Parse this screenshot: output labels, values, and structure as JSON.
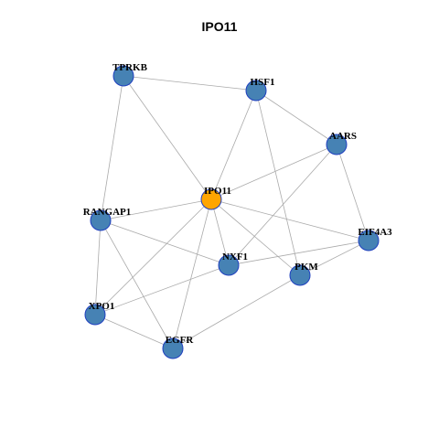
{
  "title": "IPO11",
  "colors": {
    "node_default": "#4682B4",
    "node_highlight": "#FFA500",
    "node_border": "#1f3fbf",
    "edge": "#aaaaaa"
  },
  "nodes": [
    {
      "id": "TPRKB",
      "label": "TPRKB",
      "highlight": false
    },
    {
      "id": "HSF1",
      "label": "HSF1",
      "highlight": false
    },
    {
      "id": "AARS",
      "label": "AARS",
      "highlight": false
    },
    {
      "id": "IPO11",
      "label": "IPO11",
      "highlight": true
    },
    {
      "id": "RANGAP1",
      "label": "RANGAP1",
      "highlight": false
    },
    {
      "id": "EIF4A3",
      "label": "EIF4A3",
      "highlight": false
    },
    {
      "id": "NXF1",
      "label": "NXF1",
      "highlight": false
    },
    {
      "id": "PKM",
      "label": "PKM",
      "highlight": false
    },
    {
      "id": "XPO1",
      "label": "XPO1",
      "highlight": false
    },
    {
      "id": "EGFR",
      "label": "EGFR",
      "highlight": false
    }
  ],
  "edges": [
    [
      "TPRKB",
      "HSF1"
    ],
    [
      "TPRKB",
      "IPO11"
    ],
    [
      "TPRKB",
      "RANGAP1"
    ],
    [
      "HSF1",
      "AARS"
    ],
    [
      "HSF1",
      "IPO11"
    ],
    [
      "HSF1",
      "PKM"
    ],
    [
      "AARS",
      "IPO11"
    ],
    [
      "AARS",
      "EIF4A3"
    ],
    [
      "AARS",
      "NXF1"
    ],
    [
      "IPO11",
      "RANGAP1"
    ],
    [
      "IPO11",
      "EIF4A3"
    ],
    [
      "IPO11",
      "NXF1"
    ],
    [
      "IPO11",
      "PKM"
    ],
    [
      "IPO11",
      "XPO1"
    ],
    [
      "IPO11",
      "EGFR"
    ],
    [
      "RANGAP1",
      "NXF1"
    ],
    [
      "RANGAP1",
      "XPO1"
    ],
    [
      "RANGAP1",
      "EGFR"
    ],
    [
      "EIF4A3",
      "NXF1"
    ],
    [
      "EIF4A3",
      "PKM"
    ],
    [
      "NXF1",
      "XPO1"
    ],
    [
      "PKM",
      "EGFR"
    ],
    [
      "XPO1",
      "EGFR"
    ]
  ]
}
